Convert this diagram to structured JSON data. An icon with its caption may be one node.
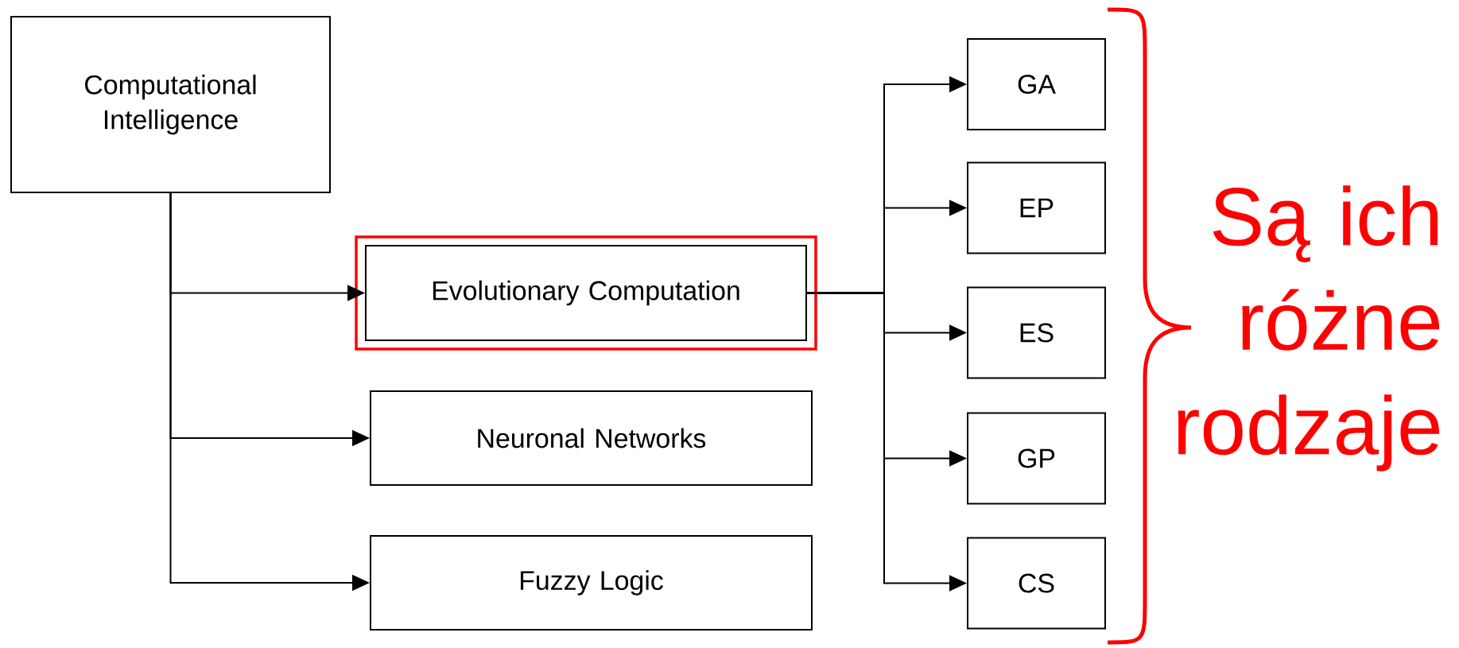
{
  "diagram": {
    "nodes": [
      {
        "text": [
          "Computational Intelligence"
        ]
      },
      {
        "text": [],
        "shape": "box"
      },
      {
        "text": [
          "Evolutionary Computation"
        ],
        "in": 1
      },
      {
        "text": [
          "Neuronal Networks"
        ]
      },
      {
        "text": [
          "Fuzzy Logic"
        ]
      },
      {
        "text": [
          "GA"
        ]
      },
      {
        "text": [
          "EP"
        ]
      },
      {
        "text": [
          "ES"
        ]
      },
      {
        "text": [
          "GP"
        ]
      },
      {
        "text": [
          "CS"
        ]
      }
    ],
    "edges": [
      {
        "from": 0,
        "to": 2,
        "arrow": "to"
      },
      {
        "from": 0,
        "to": 3,
        "arrow": "to"
      },
      {
        "from": 0,
        "to": 4,
        "arrow": "to"
      },
      {
        "from": 2,
        "to": 5,
        "arrow": "to"
      },
      {
        "from": 2,
        "to": 6,
        "arrow": "to"
      },
      {
        "from": 2,
        "to": 7,
        "arrow": "to"
      },
      {
        "from": 2,
        "to": 8,
        "arrow": "to"
      },
      {
        "from": 2,
        "to": 9,
        "arrow": "to"
      }
    ],
    "labels": [
      "Są ich różne rodzaje"
    ]
  }
}
